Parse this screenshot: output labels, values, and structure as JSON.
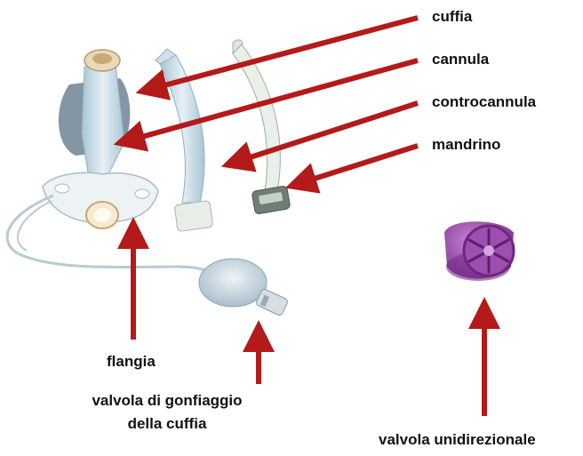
{
  "labels": {
    "cuffia": "cuffia",
    "cannula": "cannula",
    "controcannula": "controcannula",
    "mandrino": "mandrino",
    "flangia": "flangia",
    "valvola_gonfiaggio_line1": "valvola di gonfiaggio",
    "valvola_gonfiaggio_line2": "della cuffia",
    "valvola_unidirezionale": "valvola unidirezionale"
  },
  "colors": {
    "arrow": "#b41a1a",
    "tube": "#cfe0ea",
    "tube_edge": "#8fb0c4",
    "flange": "#e6eef2",
    "valve_purple": "#8a3f9a",
    "valve_light": "#b06cc0"
  }
}
